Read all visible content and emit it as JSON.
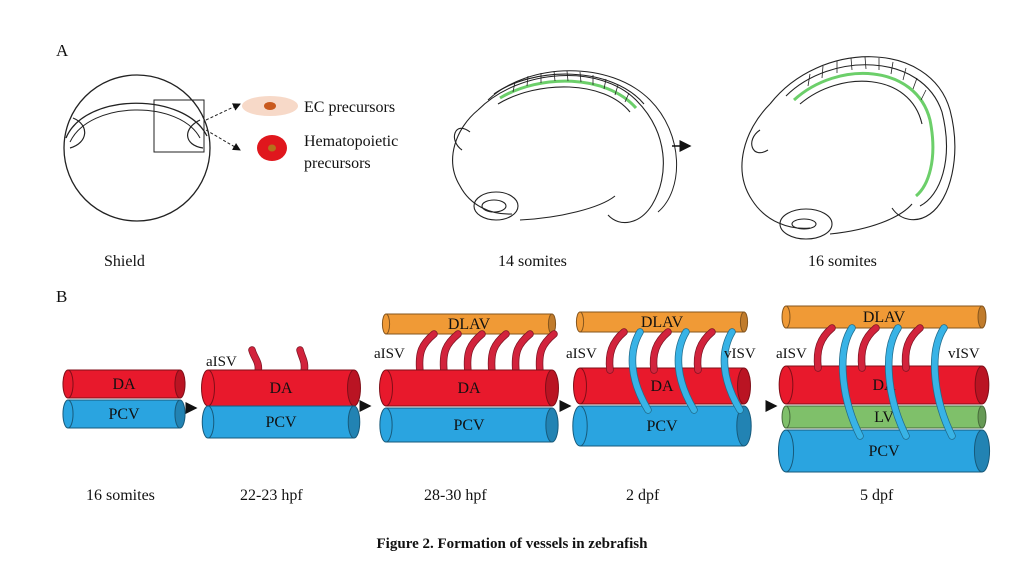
{
  "panel_a": {
    "letter": "A",
    "labels": {
      "shield": "Shield",
      "ec_precursors": "EC precursors",
      "hemato_line1": "Hematopoietic",
      "hemato_line2": "precursors",
      "s14": "14 somites",
      "s16": "16 somites"
    }
  },
  "panel_b": {
    "letter": "B",
    "vessels": {
      "da": "DA",
      "pcv": "PCV",
      "dlav": "DLAV",
      "lv": "LV",
      "aisv": "aISV",
      "visv": "vISV"
    },
    "stages": [
      "16 somites",
      "22-23 hpf",
      "28-30 hpf",
      "2 dpf",
      "5 dpf"
    ]
  },
  "caption": "Figure 2. Formation of vessels in zebrafish",
  "colors": {
    "da": "#e8192c",
    "pcv": "#2aa4e0",
    "dlav": "#f09a36",
    "lv": "#7fc06a",
    "isv_artery": "#d2233c",
    "isv_vein": "#38b3e6",
    "trunk_green": "#6ccf6a",
    "ec_oval": "#f7d9c8",
    "ec_core": "#c95a1e",
    "hemato": "#e0171d",
    "hemato_core": "#b5701c"
  }
}
